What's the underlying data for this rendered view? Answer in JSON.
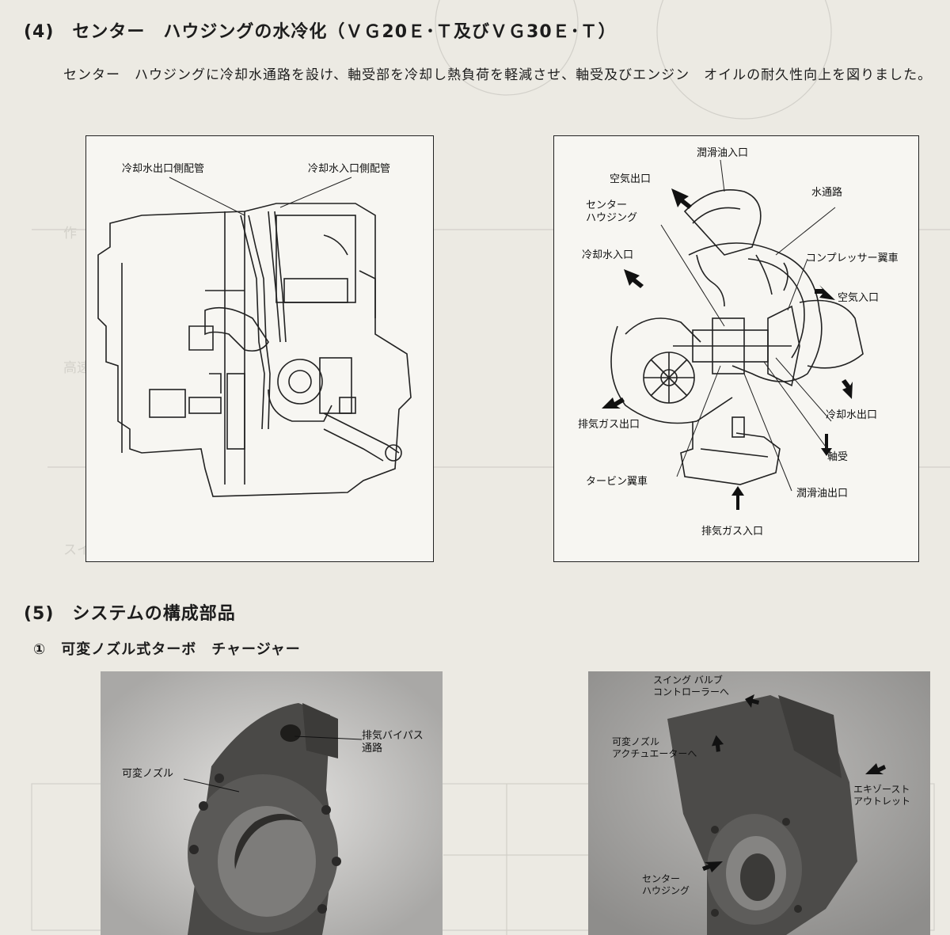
{
  "section4": {
    "title": "(4)　センター　ハウジングの水冷化（ＶＧ20Ｅ･Ｔ及びＶＧ30Ｅ･Ｔ）",
    "paragraph": "センター　ハウジングに冷却水通路を設け、軸受部を冷却し熱負荷を軽減させ、軸受及びエンジン　オイルの耐久性向上を図りました。"
  },
  "figure_left": {
    "labels": {
      "coolant_outlet_pipe": "冷却水出口側配管",
      "coolant_inlet_pipe": "冷却水入口側配管"
    }
  },
  "figure_right": {
    "labels": {
      "lube_inlet": "潤滑油入口",
      "air_outlet": "空気出口",
      "water_passage": "水通路",
      "center_housing": "センター\nハウジング",
      "coolant_inlet": "冷却水入口",
      "compressor_wheel": "コンプレッサー翼車",
      "air_inlet": "空気入口",
      "exhaust_outlet": "排気ガス出口",
      "coolant_outlet": "冷却水出口",
      "bearing": "軸受",
      "turbine_wheel": "タービン翼車",
      "lube_outlet": "潤滑油出口",
      "exhaust_inlet": "排気ガス入口"
    }
  },
  "section5": {
    "title": "(5)　システムの構成部品",
    "item1": "①　可変ノズル式ターボ　チャージャー"
  },
  "photo_left": {
    "labels": {
      "exhaust_bypass": "排気バイパス\n通路",
      "variable_nozzle": "可変ノズル"
    }
  },
  "photo_right": {
    "labels": {
      "swing_valve": "スイング バルブ\nコントローラーへ",
      "vn_actuator": "可変ノズル\nアクチュエーターへ",
      "exhaust_outlet": "エキゾースト\nアウトレット",
      "center_housing": "センター\nハウジング"
    }
  },
  "colors": {
    "paper": "#eceae3",
    "ink": "#1c1c1c",
    "figure_bg": "#f7f6f2"
  }
}
